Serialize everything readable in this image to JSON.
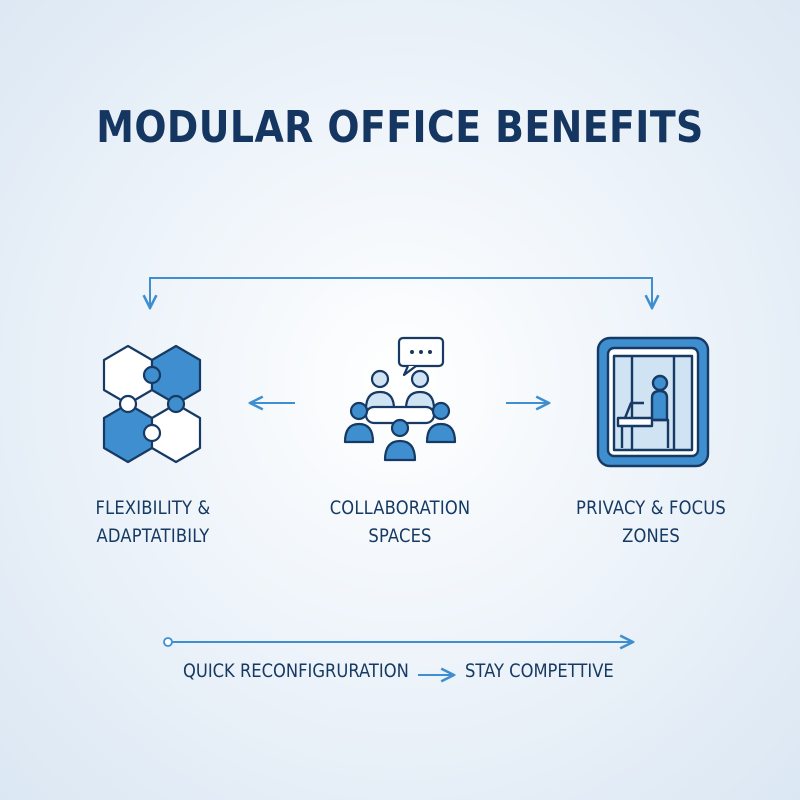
{
  "title": "MODULAR OFFICE BENEFITS",
  "items": [
    {
      "line1": "FLEXIBILITY &",
      "line2": "ADAPTATIBILY",
      "icon": "puzzle-icon"
    },
    {
      "line1": "COLLABORATION",
      "line2": "SPACES",
      "icon": "team-meeting-icon"
    },
    {
      "line1": "PRIVACY & FOCUS",
      "line2": "ZONES",
      "icon": "focus-booth-icon"
    }
  ],
  "bottom": {
    "left": "QUICK RECONFIGRURATION",
    "right": "STAY COMPETTIVE"
  },
  "colors": {
    "navy": "#163a63",
    "accent": "#3f8fd0",
    "light": "#cfe3f3"
  }
}
